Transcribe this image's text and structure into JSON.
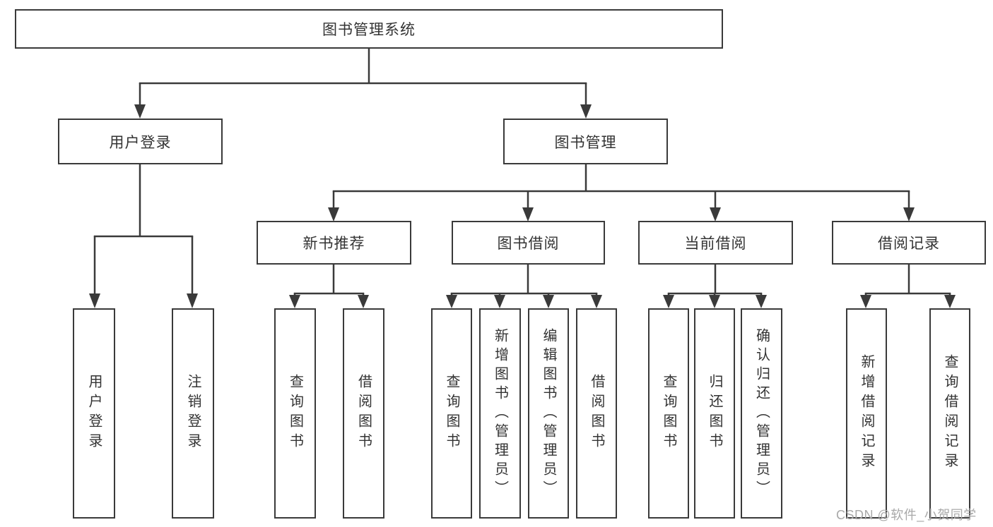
{
  "diagram_title": "图书管理系统",
  "watermark": "CSDN @软件_小贺同学",
  "colors": {
    "line": "#3a3a3a",
    "box_border": "#3a3a3a",
    "text": "#333333",
    "watermark": "#a9a9a9",
    "background": "#ffffff"
  },
  "tree": {
    "root": {
      "label": "图书管理系统"
    },
    "level2": [
      {
        "label": "用户登录"
      },
      {
        "label": "图书管理"
      }
    ],
    "level3": [
      {
        "label": "新书推荐",
        "parent": "图书管理"
      },
      {
        "label": "图书借阅",
        "parent": "图书管理"
      },
      {
        "label": "当前借阅",
        "parent": "图书管理"
      },
      {
        "label": "借阅记录",
        "parent": "图书管理"
      }
    ],
    "leaves": [
      {
        "label": "用户登录",
        "parent": "用户登录"
      },
      {
        "label": "注销登录",
        "parent": "用户登录"
      },
      {
        "label": "查询图书",
        "parent": "新书推荐"
      },
      {
        "label": "借阅图书",
        "parent": "新书推荐"
      },
      {
        "label": "查询图书",
        "parent": "图书借阅"
      },
      {
        "label": "新增图书（管理员）",
        "parent": "图书借阅"
      },
      {
        "label": "编辑图书（管理员）",
        "parent": "图书借阅"
      },
      {
        "label": "借阅图书",
        "parent": "图书借阅"
      },
      {
        "label": "查询图书",
        "parent": "当前借阅"
      },
      {
        "label": "归还图书",
        "parent": "当前借阅"
      },
      {
        "label": "确认归还（管理员）",
        "parent": "当前借阅"
      },
      {
        "label": "新增借阅记录",
        "parent": "借阅记录"
      },
      {
        "label": "查询借阅记录",
        "parent": "借阅记录"
      }
    ]
  }
}
